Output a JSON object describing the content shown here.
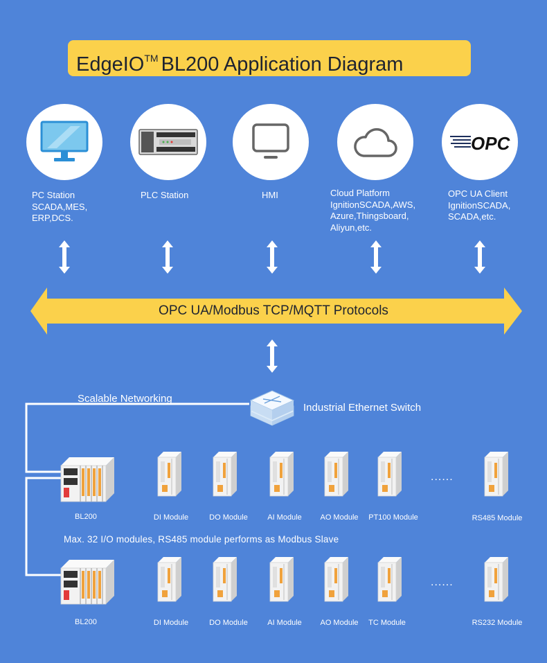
{
  "title": {
    "main": "EdgeIO",
    "tm": "TM",
    "rest": "BL200 Application Diagram"
  },
  "devices": [
    {
      "label": "PC Station\nSCADA,MES,\nERP,DCS.",
      "icon": "monitor-icon"
    },
    {
      "label": "PLC Station",
      "icon": "plc-icon"
    },
    {
      "label": "HMI",
      "icon": "hmi-screen-icon"
    },
    {
      "label": "Cloud Platform\nIgnitionSCADA,AWS,\nAzure,Thingsboard,\nAliyun,etc.",
      "icon": "cloud-icon"
    },
    {
      "label": "OPC UA Client\nIgnitionSCADA,\nSCADA,etc.",
      "icon": "opc-logo-icon",
      "logo_text": "OPC"
    }
  ],
  "protocols_banner": "OPC UA/Modbus TCP/MQTT Protocols",
  "network": {
    "scalable_label": "Scalable Networking",
    "switch_label": "Industrial Ethernet Switch"
  },
  "row1": {
    "controller": "BL200",
    "modules": [
      "DI Module",
      "DO Module",
      "AI Module",
      "AO Module",
      "PT100 Module"
    ],
    "ellipsis": "......",
    "last_module": "RS485 Module"
  },
  "note": "Max. 32 I/O modules, RS485 module performs as Modbus Slave",
  "row2": {
    "controller": "BL200",
    "modules": [
      "DI Module",
      "DO Module",
      "AI Module",
      "AO Module",
      "TC Module"
    ],
    "ellipsis": "......",
    "last_module": "RS232 Module"
  },
  "colors": {
    "background": "#4f84d9",
    "accent_yellow": "#fbd14b",
    "module_white": "#f2f2f2",
    "module_orange": "#f0a23c",
    "text_dark": "#1e2330"
  }
}
